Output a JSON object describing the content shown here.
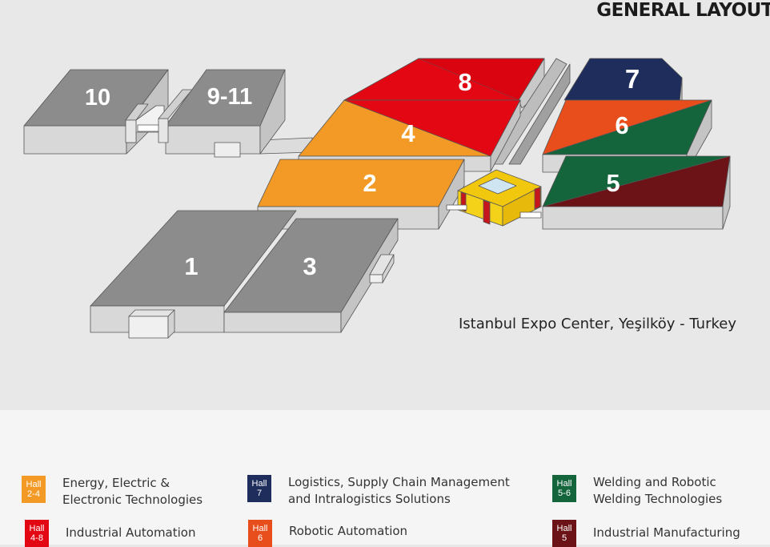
{
  "title": "GENERAL LAYOUT",
  "venue": "Istanbul Expo Center, Yeşilköy - Turkey",
  "halls": {
    "h10": "10",
    "h9_11": "9-11",
    "h8": "8",
    "h7": "7",
    "h6": "6",
    "h5": "5",
    "h4": "4",
    "h2": "2",
    "h1": "1",
    "h3": "3"
  },
  "colors": {
    "energy": "#f39a26",
    "automation": "#e30613",
    "logistics": "#1e2d5c",
    "robotic": "#e84e1b",
    "welding": "#14643c",
    "manufacturing": "#6b1316",
    "grey_hall": "#8c8c8c"
  },
  "legend": [
    {
      "badge": "Hall",
      "hall": "2-4",
      "text": "Energy, Electric &\nElectronic Technologies",
      "color": "#f39a26"
    },
    {
      "badge": "Hall",
      "hall": "7",
      "text": "Logistics, Supply Chain Management\nand Intralogistics Solutions",
      "color": "#1e2d5c"
    },
    {
      "badge": "Hall",
      "hall": "5-6",
      "text": "Welding and Robotic\nWelding Technologies",
      "color": "#14643c"
    },
    {
      "badge": "Hall",
      "hall": "4-8",
      "text": "Industrial Automation",
      "color": "#e30613"
    },
    {
      "badge": "Hall",
      "hall": "6",
      "text": "Robotic Automation",
      "color": "#e84e1b"
    },
    {
      "badge": "Hall",
      "hall": "5",
      "text": "Industrial Manufacturing",
      "color": "#6b1316"
    }
  ]
}
